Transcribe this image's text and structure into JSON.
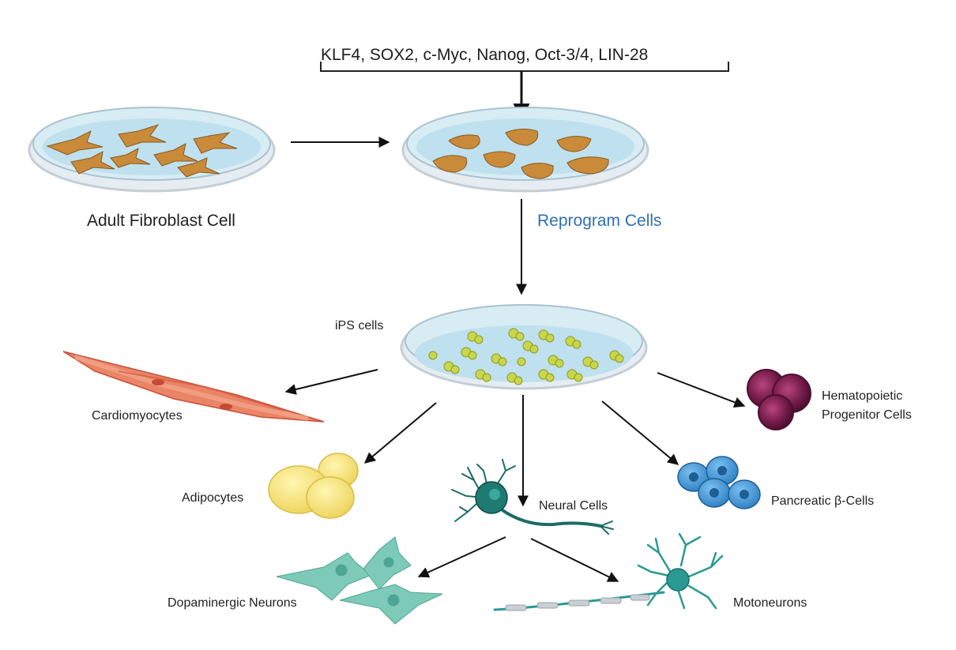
{
  "labels": {
    "factors": "KLF4, SOX2, c-Myc, Nanog, Oct-3/4, LIN-28",
    "adult_fibroblast": "Adult Fibroblast Cell",
    "reprogram": "Reprogram Cells",
    "ips": "iPS cells",
    "cardiomyocytes": "Cardiomyocytes",
    "hematopoietic_line1": "Hematopoietic",
    "hematopoietic_line2": "Progenitor Cells",
    "adipocytes": "Adipocytes",
    "neural": "Neural Cells",
    "pancreatic": "Pancreatic β-Cells",
    "dopaminergic": "Dopaminergic Neurons",
    "motoneurons": "Motoneurons"
  },
  "colors": {
    "dish_rim": "#b9c6d0",
    "dish_fill": "#dfe8ee",
    "medium": "#b6dcec",
    "fibroblast": "#c98a3a",
    "ips_cell": "#c9d64a",
    "cardio": "#e56a4e",
    "hema": "#7a1f4e",
    "adipo": "#f2df6a",
    "neural": "#1d6b66",
    "pancreatic": "#3b8fd4",
    "dopa": "#6fc1b0",
    "moto": "#2a9a92",
    "arrow": "#111111",
    "reprogram_text": "#2f6fb2"
  }
}
